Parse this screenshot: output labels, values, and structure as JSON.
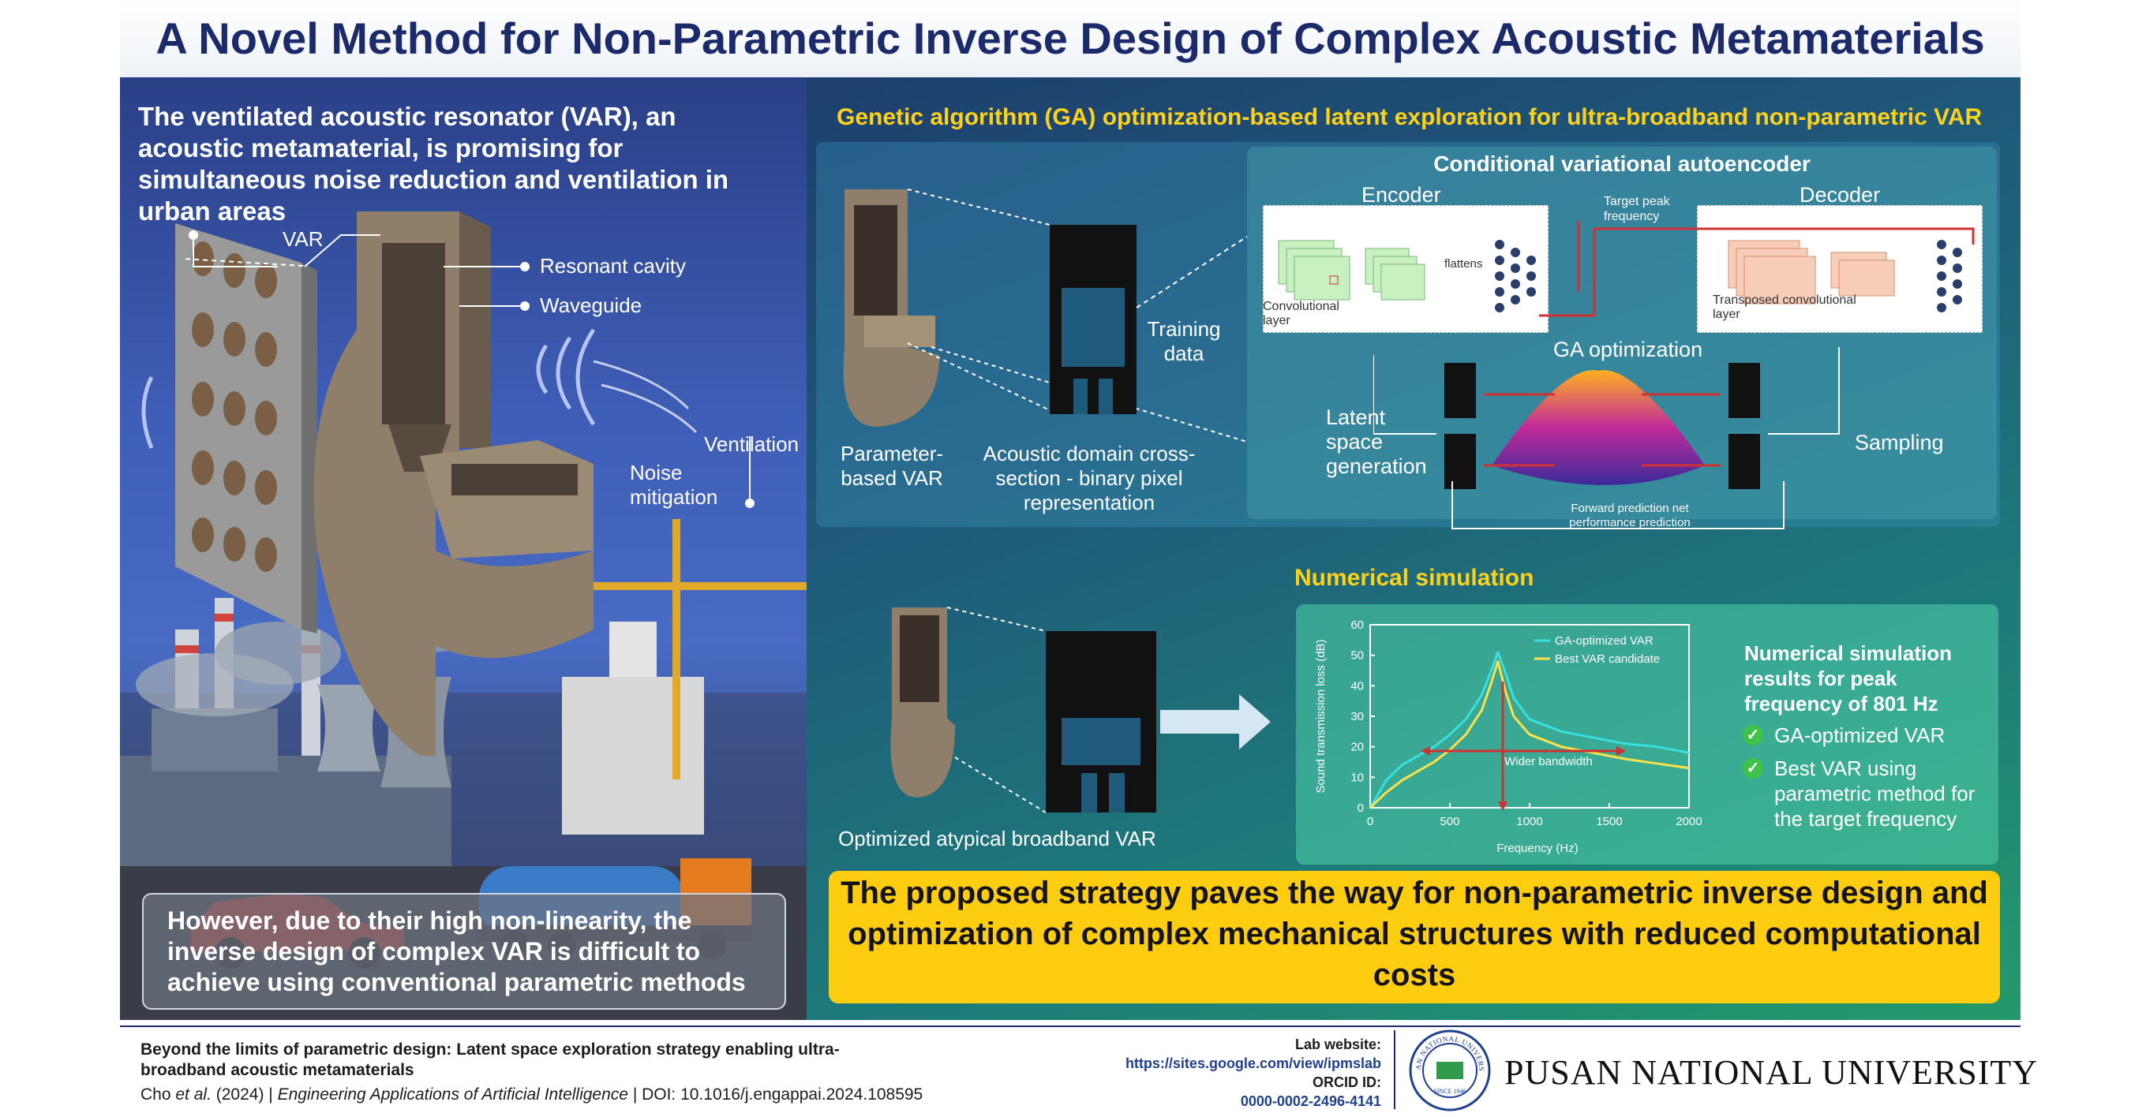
{
  "title": "A Novel Method for Non-Parametric Inverse Design of Complex Acoustic Metamaterials",
  "left": {
    "heading": "The ventilated acoustic resonator (VAR), an acoustic metamaterial, is promising for simultaneous noise reduction and ventilation in urban areas",
    "labels": {
      "var": "VAR",
      "resonant_cavity": "Resonant cavity",
      "waveguide": "Waveguide",
      "ventilation": "Ventilation",
      "noise_mitigation": "Noise mitigation"
    },
    "bottom_text": "However, due to their high non-linearity, the inverse design of complex VAR is difficult to achieve using conventional parametric methods"
  },
  "right": {
    "heading": "Genetic algorithm (GA) optimization-based latent exploration for ultra-broadband non-parametric VAR",
    "labels": {
      "parameter_based_var": "Parameter-based VAR",
      "acoustic_domain": "Acoustic domain cross-section - binary pixel representation",
      "training_data": "Training data",
      "latent_space": "Latent space generation",
      "sampling": "Sampling",
      "optimized_var": "Optimized atypical broadband VAR"
    },
    "cvae": {
      "title": "Conditional variational autoencoder",
      "encoder": "Encoder",
      "decoder": "Decoder",
      "target_peak": "Target peak frequency",
      "flattens": "flattens",
      "conv_layer": "Convolutional layer",
      "transposed_layer": "Transposed convolutional layer",
      "ga_optimization": "GA optimization",
      "forward_prediction": "Forward prediction net performance prediction"
    },
    "numerical": {
      "heading": "Numerical simulation",
      "results_heading": "Numerical simulation results for peak frequency of 801 Hz",
      "checks": [
        "GA-optimized VAR",
        "Best VAR using parametric method for the target frequency"
      ]
    },
    "conclusion": "The proposed strategy paves the way for non-parametric inverse design and optimization of complex mechanical structures with reduced computational costs"
  },
  "chart_data": {
    "type": "line",
    "xlabel": "Frequency (Hz)",
    "ylabel": "Sound transmission loss (dB)",
    "xlim": [
      0,
      2000
    ],
    "ylim": [
      0,
      60
    ],
    "xticks": [
      "0",
      "500",
      "1000",
      "1500",
      "2000"
    ],
    "yticks": [
      "0",
      "10",
      "20",
      "30",
      "40",
      "50",
      "60"
    ],
    "annotation": "Wider bandwidth",
    "legend": "top-right",
    "series": [
      {
        "name": "GA-optimized VAR",
        "color": "#38e0e0",
        "x": [
          0,
          100,
          200,
          300,
          400,
          500,
          600,
          700,
          760,
          801,
          850,
          900,
          1000,
          1200,
          1400,
          1600,
          1800,
          2000
        ],
        "y": [
          0,
          9,
          14,
          17,
          20,
          24,
          29,
          37,
          45,
          51,
          44,
          36,
          29,
          25,
          23,
          21,
          20,
          18
        ]
      },
      {
        "name": "Best VAR candidate",
        "color": "#ffe14a",
        "x": [
          0,
          100,
          200,
          300,
          400,
          500,
          600,
          700,
          760,
          801,
          850,
          900,
          1000,
          1200,
          1400,
          1600,
          1800,
          2000
        ],
        "y": [
          0,
          5,
          9,
          12,
          15,
          19,
          24,
          32,
          41,
          48,
          38,
          30,
          24,
          20,
          18,
          16,
          14.5,
          13
        ]
      }
    ]
  },
  "footer": {
    "paper_title": "Beyond the limits of parametric design: Latent space exploration strategy enabling ultra-broadband acoustic metamaterials",
    "citation_prefix": "Cho",
    "citation_etal": "et al.",
    "citation_year": "(2024) |",
    "citation_journal": "Engineering Applications of Artificial Intelligence",
    "citation_doi": "| DOI: 10.1016/j.engappai.2024.108595",
    "lab_website_label": "Lab website:",
    "lab_website": "https://sites.google.com/view/ipmslab",
    "orcid_label": "ORCID ID:",
    "orcid": "0000-0002-2496-4141",
    "university": "PUSAN NATIONAL UNIVERSITY",
    "seal_text": "PUSAN NATIONAL UNIVERSITY",
    "seal_since": "SINCE 1946"
  }
}
